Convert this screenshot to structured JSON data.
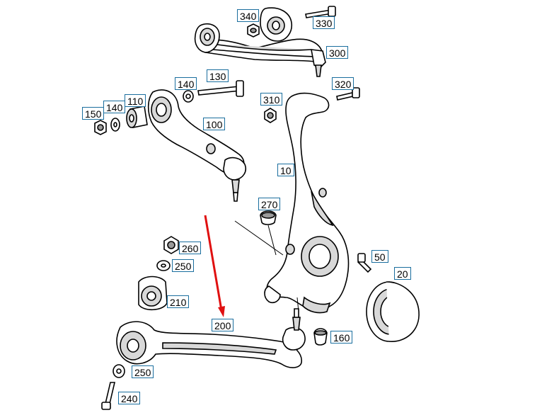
{
  "callouts": {
    "c340": "340",
    "c330": "330",
    "c300": "300",
    "c140a": "140",
    "c130": "130",
    "c320": "320",
    "c150": "150",
    "c140b": "140",
    "c110": "110",
    "c310": "310",
    "c100": "100",
    "c10": "10",
    "c270": "270",
    "c260": "260",
    "c250a": "250",
    "c50": "50",
    "c20": "20",
    "c210": "210",
    "c200": "200",
    "c160": "160",
    "c250b": "250",
    "c240": "240"
  },
  "colors": {
    "callout_border": "#1a6e9e",
    "pointer_arrow": "#e01010",
    "line": "#000000"
  },
  "icons": {
    "arrow": "red-pointer-arrow"
  }
}
